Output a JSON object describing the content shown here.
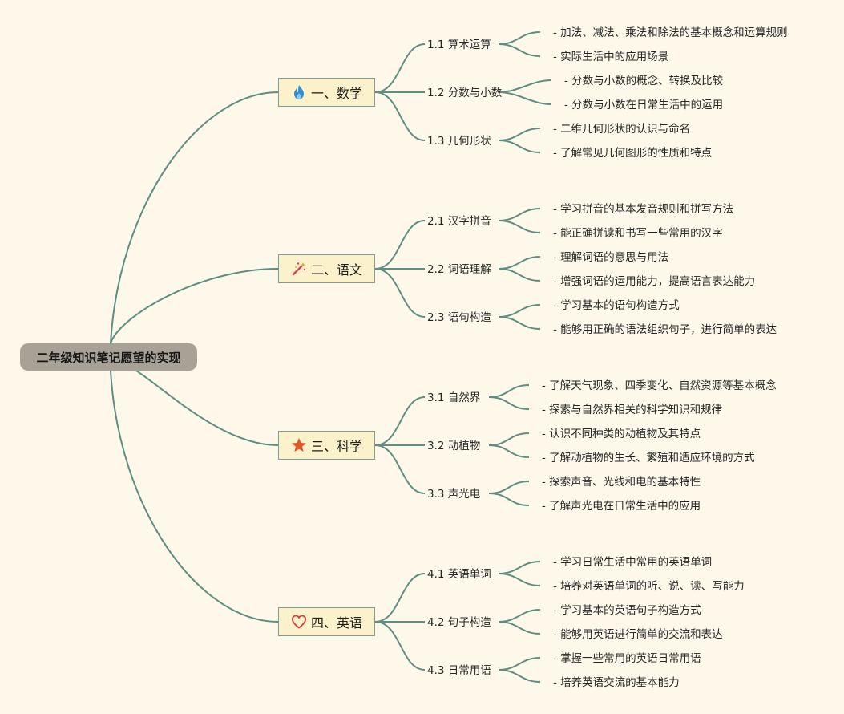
{
  "root": "二年级知识笔记愿望的实现",
  "branches": [
    {
      "label": "一、数学",
      "icon": "fire-icon",
      "color": "#2b8fd6",
      "subs": [
        {
          "label": "1.1 算术运算",
          "leaves": [
            "- 加法、减法、乘法和除法的基本概念和运算规则",
            "- 实际生活中的应用场景"
          ]
        },
        {
          "label": "1.2 分数与小数",
          "leaves": [
            "- 分数与小数的概念、转换及比较",
            "- 分数与小数在日常生活中的运用"
          ]
        },
        {
          "label": "1.3 几何形状",
          "leaves": [
            "- 二维几何形状的认识与命名",
            "- 了解常见几何图形的性质和特点"
          ]
        }
      ]
    },
    {
      "label": "二、语文",
      "icon": "magic-wand-icon",
      "color": "#d9415b",
      "subs": [
        {
          "label": "2.1 汉字拼音",
          "leaves": [
            "- 学习拼音的基本发音规则和拼写方法",
            "- 能正确拼读和书写一些常用的汉字"
          ]
        },
        {
          "label": "2.2 词语理解",
          "leaves": [
            "- 理解词语的意思与用法",
            "- 增强词语的运用能力，提高语言表达能力"
          ]
        },
        {
          "label": "2.3 语句构造",
          "leaves": [
            "- 学习基本的语句构造方式",
            "- 能够用正确的语法组织句子，进行简单的表达"
          ]
        }
      ]
    },
    {
      "label": "三、科学",
      "icon": "star-icon",
      "color": "#e2572c",
      "subs": [
        {
          "label": "3.1 自然界",
          "leaves": [
            "- 了解天气现象、四季变化、自然资源等基本概念",
            "- 探索与自然界相关的科学知识和规律"
          ]
        },
        {
          "label": "3.2 动植物",
          "leaves": [
            "- 认识不同种类的动植物及其特点",
            "- 了解动植物的生长、繁殖和适应环境的方式"
          ]
        },
        {
          "label": "3.3 声光电",
          "leaves": [
            "- 探索声音、光线和电的基本特性",
            "- 了解声光电在日常生活中的应用"
          ]
        }
      ]
    },
    {
      "label": "四、英语",
      "icon": "heart-icon",
      "color": "#d83b3b",
      "subs": [
        {
          "label": "4.1 英语单词",
          "leaves": [
            "- 学习日常生活中常用的英语单词",
            "- 培养对英语单词的听、说、读、写能力"
          ]
        },
        {
          "label": "4.2 句子构造",
          "leaves": [
            "- 学习基本的英语句子构造方式",
            "- 能够用英语进行简单的交流和表达"
          ]
        },
        {
          "label": "4.3 日常用语",
          "leaves": [
            "- 掌握一些常用的英语日常用语",
            "- 培养英语交流的基本能力"
          ]
        }
      ]
    }
  ]
}
